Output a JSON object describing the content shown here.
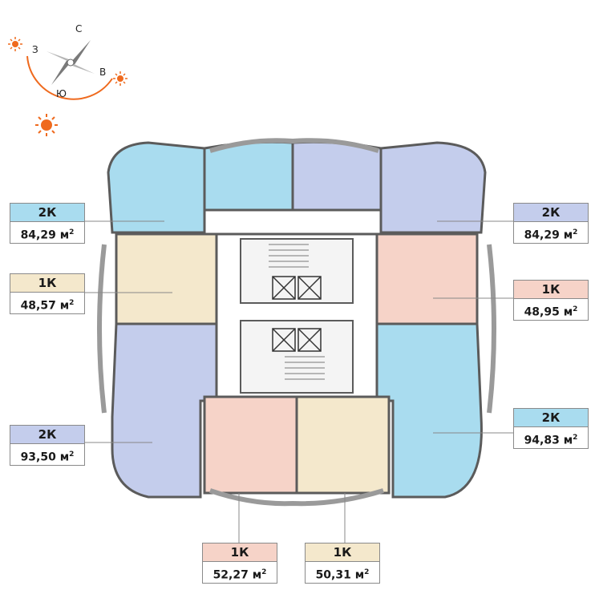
{
  "compass": {
    "north": "С",
    "west": "З",
    "east": "В",
    "south": "Ю"
  },
  "colors": {
    "blue": "#a9dcef",
    "lavender": "#c4cdec",
    "beige": "#f4e8cc",
    "pink": "#f6d3c8",
    "sun": "#ef6a1e",
    "wall": "#5b5b5b"
  },
  "apartments": [
    {
      "id": "top-left",
      "type": "2К",
      "area": "84,29 м",
      "unit_sup": "2",
      "color": "blue"
    },
    {
      "id": "top-right",
      "type": "2К",
      "area": "84,29 м",
      "unit_sup": "2",
      "color": "lavender"
    },
    {
      "id": "mid-left",
      "type": "1К",
      "area": "48,57 м",
      "unit_sup": "2",
      "color": "beige"
    },
    {
      "id": "mid-right",
      "type": "1К",
      "area": "48,95 м",
      "unit_sup": "2",
      "color": "pink"
    },
    {
      "id": "low-left",
      "type": "2К",
      "area": "93,50 м",
      "unit_sup": "2",
      "color": "lavender"
    },
    {
      "id": "low-right",
      "type": "2К",
      "area": "94,83 м",
      "unit_sup": "2",
      "color": "blue"
    },
    {
      "id": "bottom-left",
      "type": "1К",
      "area": "52,27 м",
      "unit_sup": "2",
      "color": "pink"
    },
    {
      "id": "bottom-right",
      "type": "1К",
      "area": "50,31 м",
      "unit_sup": "2",
      "color": "beige"
    }
  ]
}
